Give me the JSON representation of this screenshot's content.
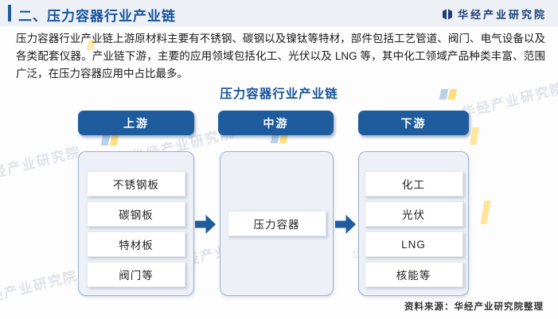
{
  "header": {
    "title": "二、压力容器行业产业链",
    "logo_text": "华经产业研究院"
  },
  "intro": {
    "text": "压力容器行业产业链上游原材料主要有不锈钢、碳钢以及镍钛等特材，部件包括工艺管道、阀门、电气设备以及各类配套仪器。产业链下游，主要的应用领域包括化工、光伏以及 LNG 等，其中化工领域产品种类丰富、范围广泛，在压力容器应用中占比最多。"
  },
  "diagram": {
    "title": "压力容器行业产业链",
    "columns": [
      {
        "stage": "上游",
        "items": [
          "不锈钢板",
          "碳钢板",
          "特材板",
          "阀门等"
        ]
      },
      {
        "stage": "中游",
        "items": [
          "压力容器"
        ]
      },
      {
        "stage": "下游",
        "items": [
          "化工",
          "光伏",
          "LNG",
          "核能等"
        ]
      }
    ]
  },
  "footer": {
    "source": "资料来源：华经产业研究院整理"
  },
  "watermark": {
    "text": "华经产业研究院"
  },
  "colors": {
    "primary": "#1F5C9E",
    "title": "#17539C",
    "band": "#EDF1F6",
    "container-bg": "#EDF0F6",
    "container-border": "#9FB3CC",
    "logo-navy": "#1C3F77",
    "watermark": "#B9C2CF",
    "yellow": "#FFC000",
    "text": "#1F1F1F"
  }
}
